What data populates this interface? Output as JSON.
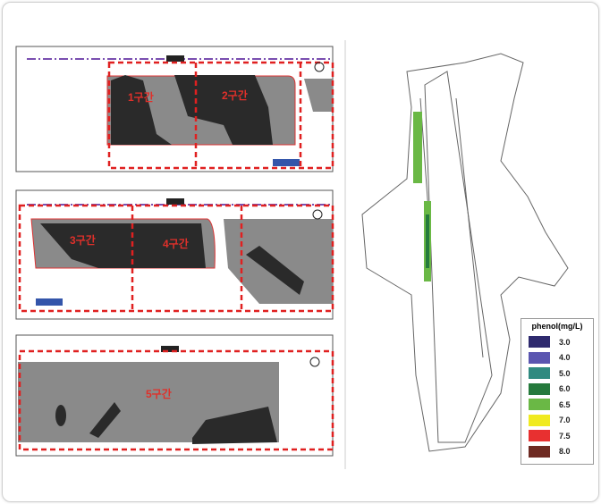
{
  "zones": {
    "zone1": "1구간",
    "zone2": "2구간",
    "zone3": "3구간",
    "zone4": "4구간",
    "zone5": "5구간"
  },
  "legend": {
    "title": "phenol(mg/L)",
    "items": [
      {
        "value": "3.0",
        "color": "#2e2a6e"
      },
      {
        "value": "4.0",
        "color": "#5a55b0"
      },
      {
        "value": "5.0",
        "color": "#2f8a80"
      },
      {
        "value": "6.0",
        "color": "#257a3c"
      },
      {
        "value": "6.5",
        "color": "#6ab845"
      },
      {
        "value": "7.0",
        "color": "#f0ea20"
      },
      {
        "value": "7.5",
        "color": "#e83030"
      },
      {
        "value": "8.0",
        "color": "#6e2a22"
      }
    ]
  }
}
